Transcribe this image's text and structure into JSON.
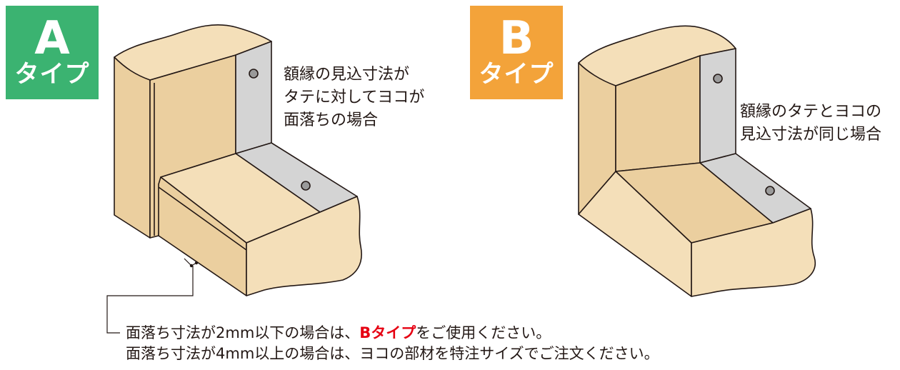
{
  "badges": {
    "a": {
      "letter": "A",
      "type": "タイプ",
      "color": "#3bb371"
    },
    "b": {
      "letter": "B",
      "type": "タイプ",
      "color": "#f3a33a"
    }
  },
  "descriptions": {
    "a": [
      "額縁の見込寸法が",
      "タテに対してヨコが",
      "面落ちの場合"
    ],
    "b": [
      "額縁のタテとヨコの",
      "見込寸法が同じ場合"
    ]
  },
  "note": {
    "line1_before": "面落ち寸法が2mm以下の場合は、",
    "line1_highlight": "Bタイプ",
    "line1_after": "をご使用ください。",
    "line2": "面落ち寸法が4mm以上の場合は、ヨコの部材を特注サイズでご注文ください。",
    "highlight_color": "#e60012"
  },
  "colors": {
    "wood_light": "#f4dfb9",
    "wood_mid": "#ebcf9f",
    "wood_dark": "#e3c48e",
    "metal": "#d4d4d4",
    "outline": "#231815"
  }
}
